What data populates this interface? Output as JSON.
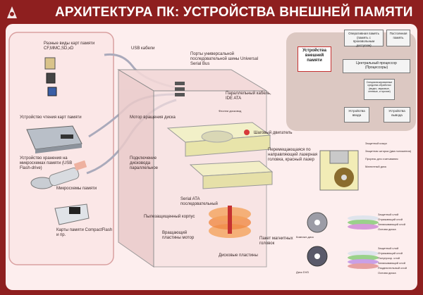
{
  "title": "АРХИТЕКТУРА ПК: УСТРОЙСТВА ВНЕШНЕЙ ПАМЯТИ",
  "colors": {
    "frame": "#8e1f1f",
    "panel": "#fdeeee",
    "arch_bg": "#dcc8c2",
    "accent_red": "#d73a3a"
  },
  "left": {
    "card_types": "Разные виды карт памяти CF,MMC,SD,xD",
    "card_reader": "Устройство чтения карт памяти",
    "usb_drive": "Устройство хранения на микросхемах памяти (USB Flash-drive)",
    "memory_chips": "Микросхемы памяти",
    "compactflash": "Карты памяти CompactFlash и пр."
  },
  "center": {
    "usb_cables": "USB кабели",
    "usb_ports": "Порты универсальной последовательной шины Universal Serial Bus",
    "parallel_cable": "Параллельный кабель, IDE ATA",
    "disk_motor": "Мотор вращения диска",
    "floppy": "Флоппи дисковод",
    "stepper": "Шаговый двигатель",
    "laser_head": "Перемещающаяся по направляющей лазерная головка, красный лазер",
    "optical_parallel": "Подключение дисковода параллельное",
    "serial_ata": "Serial ATA последовательный",
    "dust_case": "Пылезащищенный корпус",
    "spindle_motor": "Вращающий пластины мотор",
    "head_pack": "Пакет магнитных головок",
    "platters": "Дисковые пластины"
  },
  "arch": {
    "io_devices": "Устройства внешней памяти",
    "ram": "Оперативная память (память с произвольным доступом)",
    "rom": "Постоянная память",
    "cpu": "Центральный процессор (Процессоры)",
    "special": "Специализированные средства обработки (видео, звуковые, сетевые, и прочие)",
    "input": "Устройства ввода",
    "output": "Устройства вывода"
  },
  "floppy_detail": [
    "Защитный кожух",
    "Защитная шторка (два положения)",
    "Прорезь для считывания",
    "Магнитный диск"
  ],
  "disc_layers": {
    "cd_label": "Компакт-диск",
    "dvd_label": "Диск DVD",
    "layers_cd": [
      "Защитный слой",
      "Отражающий слой",
      "Записывающий слой",
      "Основа диска"
    ],
    "layers_dvd": [
      "Защитный слой",
      "Отражающий слой",
      "Полупрозр. слой",
      "Записывающий слой",
      "Разделительный слой",
      "Основа диска"
    ]
  }
}
